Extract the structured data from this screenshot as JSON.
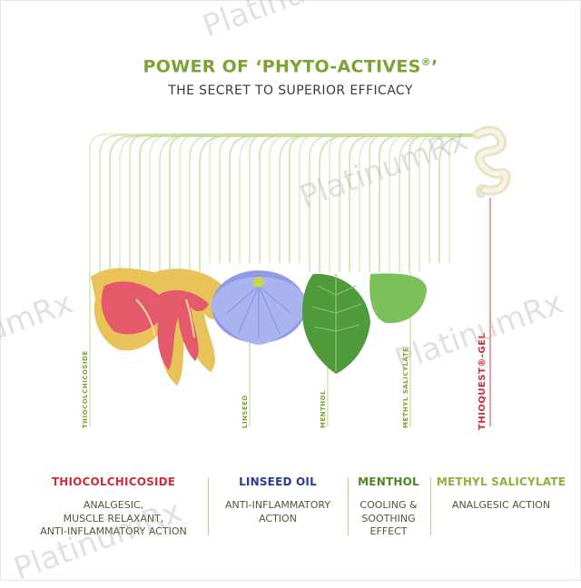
{
  "title": "POWER OF ‘PHYTO-ACTIVES",
  "title_reg": "®",
  "title_end": "’",
  "subtitle": "THE SECRET TO SUPERIOR EFFICACY",
  "stem_labels": [
    "THIOCOLCHICOSIDE",
    "LINSEED",
    "MENTHOL",
    "METHYL SALICYLATE"
  ],
  "product_label": "THIOQUEST®-GEL",
  "columns": [
    {
      "heading": "THIOCOLCHICOSIDE",
      "color": "#d12b3e",
      "desc": [
        "ANALGESIC,",
        "MUSCLE RELAXANT,",
        "ANTI-INFLAMMATORY ACTION"
      ]
    },
    {
      "heading": "LINSEED OIL",
      "color": "#2a3a9a",
      "desc": [
        "ANTI-INFLAMMATORY",
        "ACTION"
      ]
    },
    {
      "heading": "MENTHOL",
      "color": "#4a8a1e",
      "desc": [
        "COOLING &",
        "SOOTHING",
        "EFFECT"
      ]
    },
    {
      "heading": "METHYL SALICYLATE",
      "color": "#8db33a",
      "desc": [
        "ANALGESIC ACTION"
      ]
    }
  ],
  "watermark": "PlatinumRx",
  "colors": {
    "accent_green": "#7da335",
    "line_green": "#c9dc9a",
    "product_red": "#d12b3e"
  }
}
